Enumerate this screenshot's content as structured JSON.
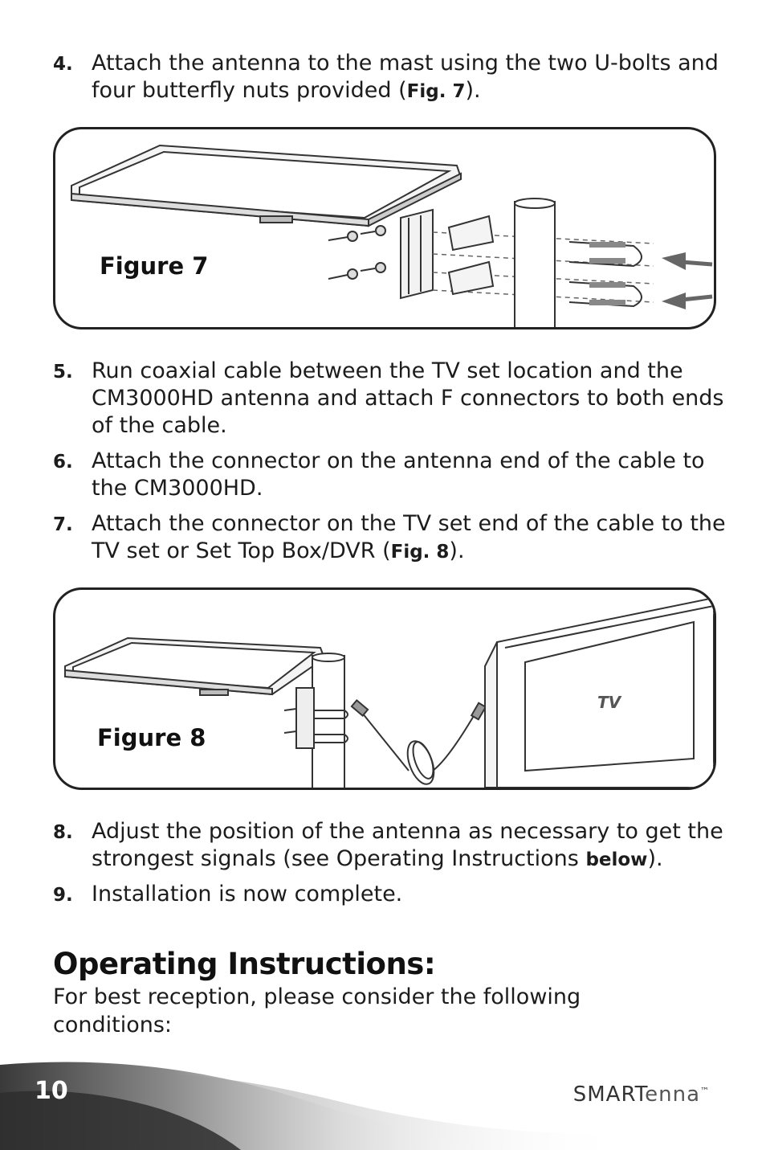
{
  "steps": [
    {
      "num": "4.",
      "text": "Attach the antenna to the mast using the two U-bolts and four butterfly nuts provided (",
      "bold": "Fig. 7",
      "after": ")."
    },
    {
      "num": "5.",
      "text": "Run coaxial cable between the TV set location and the CM3000HD antenna and attach F connectors to both ends of the cable.",
      "bold": "",
      "after": ""
    },
    {
      "num": "6.",
      "text": "Attach the connector on the antenna end of the cable to the CM3000HD.",
      "bold": "",
      "after": ""
    },
    {
      "num": "7.",
      "text": "Attach the connector on the TV set end of the cable to the TV set or Set Top Box/DVR (",
      "bold": "Fig. 8",
      "after": ")."
    },
    {
      "num": "8.",
      "text": "Adjust the position of the antenna as necessary to get the strongest signals (see Operating Instructions ",
      "bold": "below",
      "after": ")."
    },
    {
      "num": "9.",
      "text": "Installation is now complete.",
      "bold": "",
      "after": ""
    }
  ],
  "figures": {
    "fig7_label": "Figure 7",
    "fig8_label": "Figure 8",
    "tv_label": "TV"
  },
  "section": {
    "heading": "Operating Instructions:",
    "intro": "For best reception, please consider the following conditions:"
  },
  "footer": {
    "page_number": "10",
    "brand_main": "SMART",
    "brand_light": "enna",
    "brand_tm": "™"
  }
}
